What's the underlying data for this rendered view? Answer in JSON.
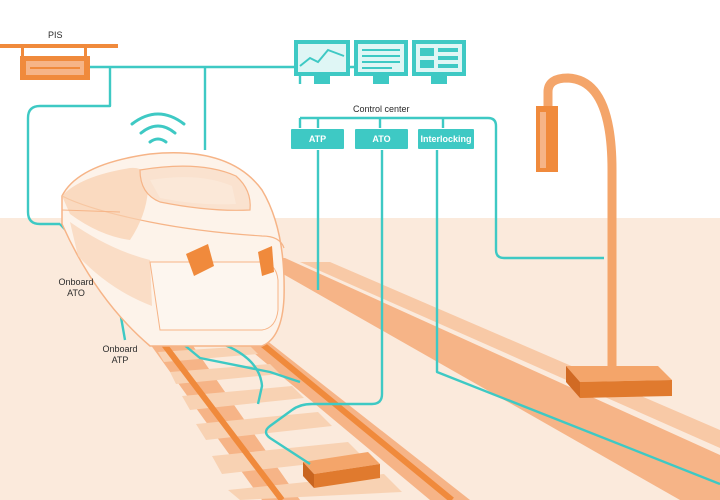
{
  "labels": {
    "pis": "PIS",
    "control_center": "Control center",
    "onboard_ato": "Onboard\nATO",
    "onboard_atp": "Onboard\nATP"
  },
  "control_modules": [
    "ATP",
    "ATO",
    "Interlocking"
  ],
  "colors": {
    "network_line": "#3ec9c4",
    "orange": "#f08a3c",
    "light_orange": "#f6b487",
    "ground": "#fbeadc",
    "train_body": "#fdf3ea"
  },
  "icons": [
    "wifi-signal-icon",
    "monitor-icon",
    "lamp-post-icon",
    "balise-icon",
    "pis-display-icon"
  ]
}
